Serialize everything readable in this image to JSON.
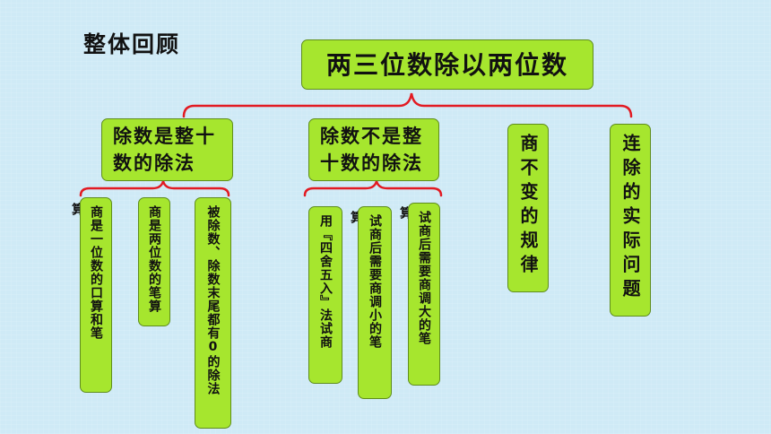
{
  "heading": "整体回顾",
  "root": "两三位数除以两位数",
  "branches": {
    "b1": "除数是整十数的除法",
    "b2": "除数不是整十数的除法",
    "b3": "商不变的规律",
    "b4": "连除的实际问题"
  },
  "leaves": {
    "l1": "商是一位数的口算和笔",
    "l1_side": "算",
    "l2": "商是两位数的笔算",
    "l3": "被除数、除数末尾都有0的除法",
    "l4": "用『四舍五入』法试商",
    "l5": "试商后需要商调小的笔",
    "l5_side": "算",
    "l6": "试商后需要商调大的笔",
    "l6_side": "算"
  },
  "colors": {
    "box_fill": "#a6e62e",
    "connector": "#e21a22",
    "background": "#cfeaf6"
  }
}
